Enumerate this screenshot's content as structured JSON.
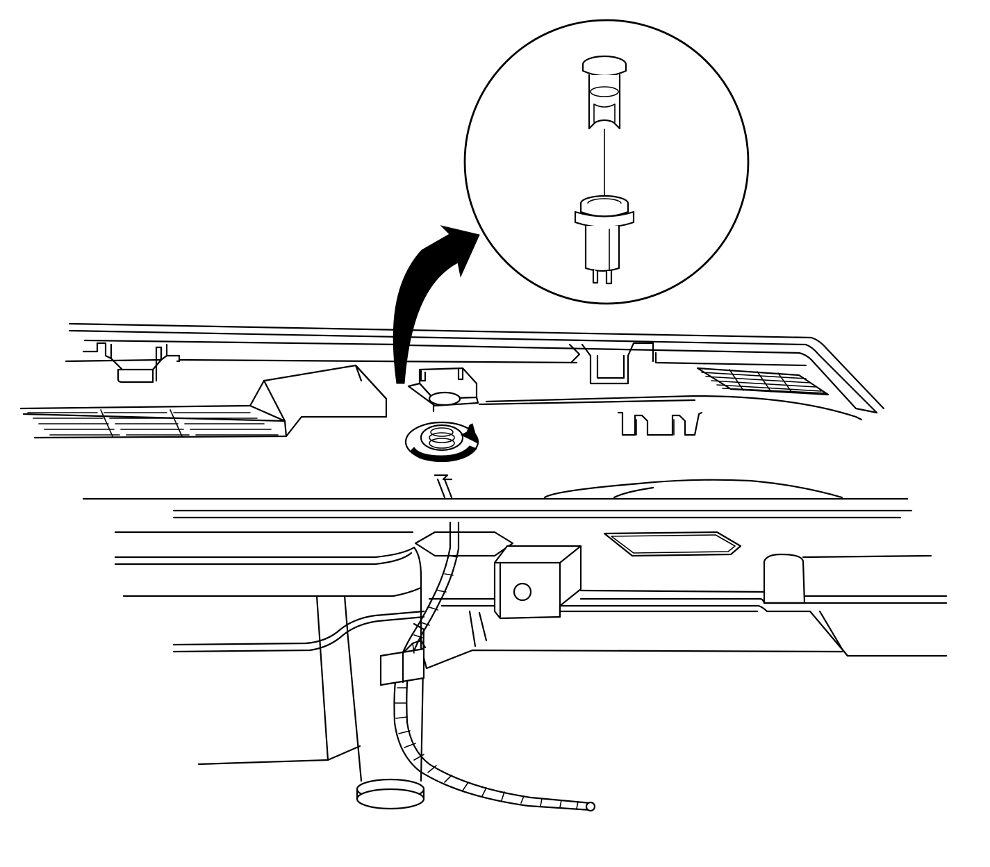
{
  "figure": {
    "colors": {
      "line": "#000000",
      "background": "#ffffff"
    },
    "components": [
      "detail-view-magnifier",
      "lamp-bulb",
      "bulb-socket",
      "lamp-housing-bracket",
      "socket-rotation-arrow",
      "detail-callout-arrow",
      "upper-trim-panel",
      "left-vent-grille",
      "right-vent-grille",
      "vehicle-body-panel",
      "wire-harness-conduit",
      "harness-retaining-clip",
      "mounting-bracket",
      "support-post"
    ]
  }
}
